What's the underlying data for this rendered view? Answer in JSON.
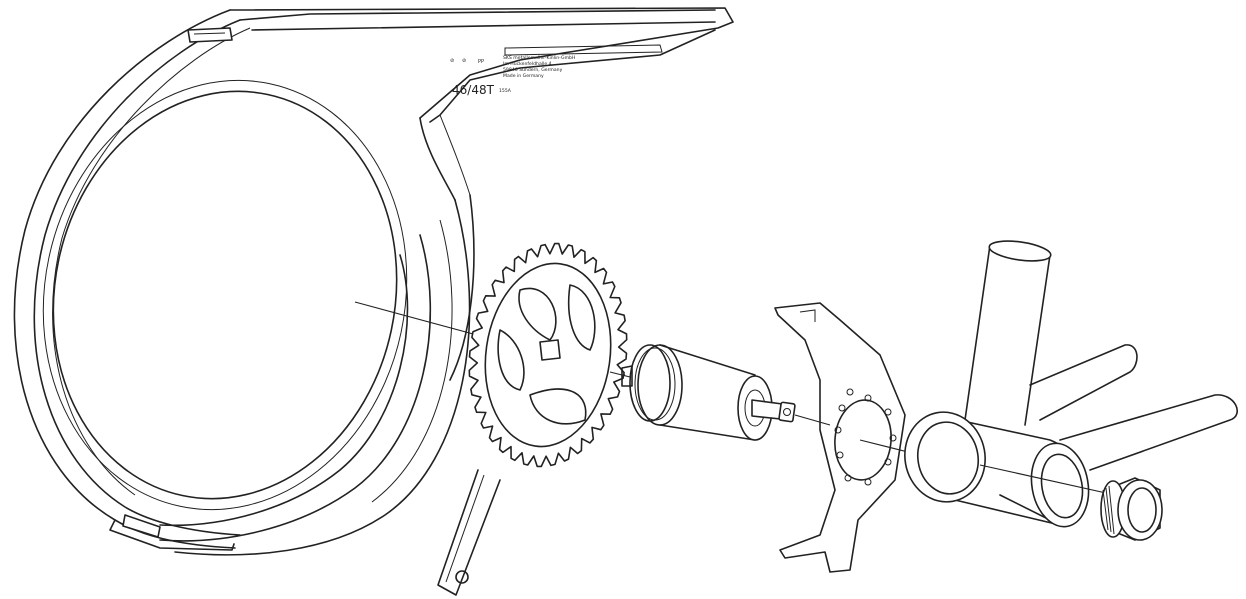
{
  "diagram": {
    "colors": {
      "line": "#222222",
      "background": "#ffffff"
    },
    "chainguard_labels": {
      "teeth_count": "46/48T",
      "manufacturer_lines": [
        "SKS metallemaller-Kinlin-GmbH",
        "Im Huckenfeldhalle 4,",
        "59846 Sundern, Germany",
        "Made in Germany"
      ],
      "recycling_code": "PP",
      "small_code": "155A"
    }
  }
}
